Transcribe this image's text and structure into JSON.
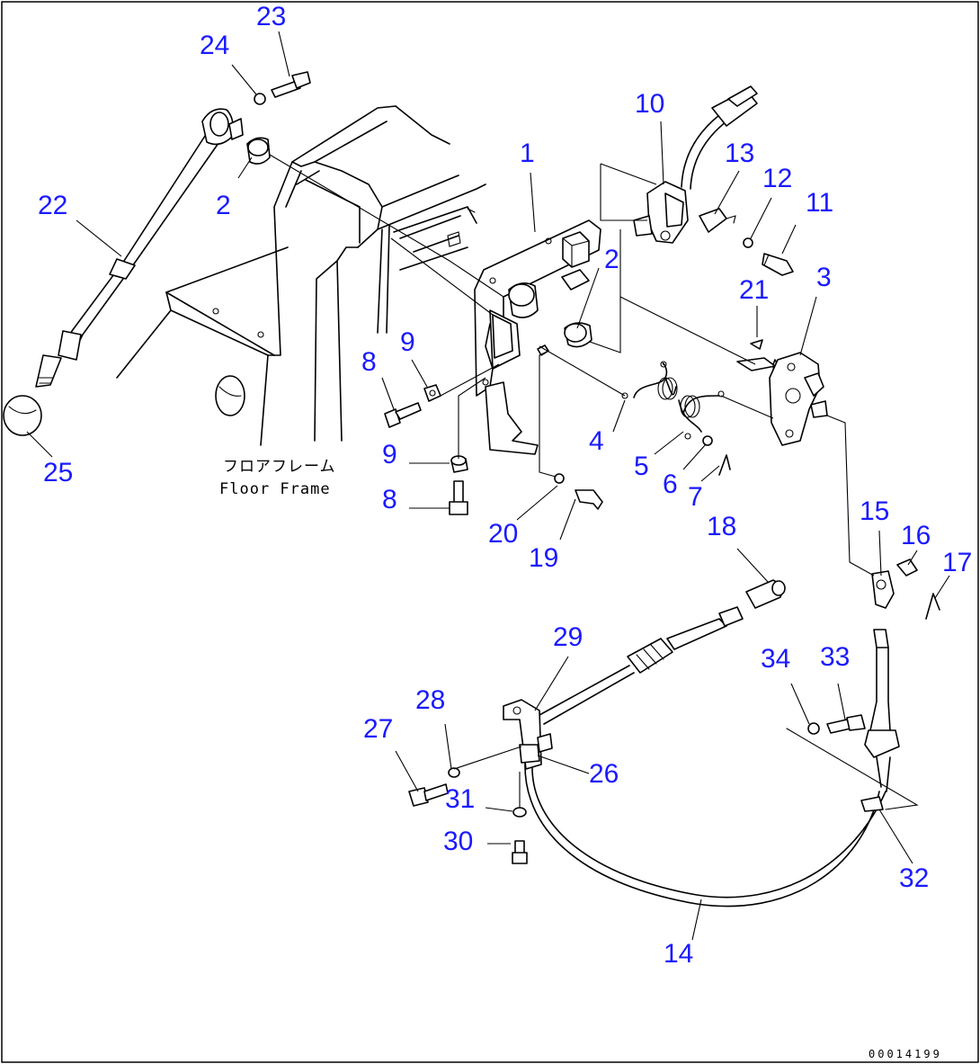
{
  "labels": {
    "floor_frame_jp": "フロアフレーム",
    "floor_frame_en": "Floor Frame",
    "document_number": "00014199"
  },
  "callouts": {
    "c1": "1",
    "c2a": "2",
    "c2b": "2",
    "c3": "3",
    "c4": "4",
    "c5": "5",
    "c6": "6",
    "c7": "7",
    "c8a": "8",
    "c8b": "8",
    "c9a": "9",
    "c9b": "9",
    "c10": "10",
    "c11": "11",
    "c12": "12",
    "c13": "13",
    "c14": "14",
    "c15": "15",
    "c16": "16",
    "c17": "17",
    "c18": "18",
    "c19": "19",
    "c20": "20",
    "c21": "21",
    "c22": "22",
    "c23": "23",
    "c24": "24",
    "c25": "25",
    "c26": "26",
    "c27": "27",
    "c28": "28",
    "c29": "29",
    "c30": "30",
    "c31": "31",
    "c32": "32",
    "c33": "33",
    "c34": "34"
  },
  "colors": {
    "callout": "#1a1aff",
    "line": "#000000",
    "background": "#ffffff"
  }
}
